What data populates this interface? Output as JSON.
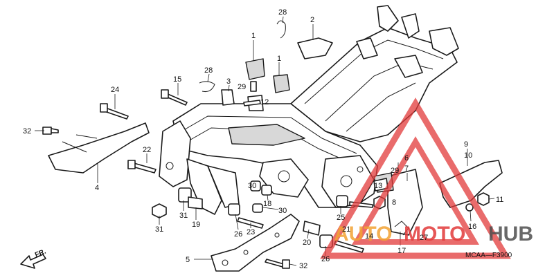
{
  "diagram": {
    "code": "MCAA—F3900",
    "direction": "FR.",
    "watermark": {
      "part1": "AUTO",
      "part2": "MOTO",
      "part3": "HUB",
      "color_red": "#e23a3a",
      "color_orange": "#f2a233",
      "color_grey": "#4d4d4d"
    },
    "callouts": [
      {
        "id": "c28a",
        "label": "28"
      },
      {
        "id": "c2",
        "label": "2"
      },
      {
        "id": "c1a",
        "label": "1"
      },
      {
        "id": "c1b",
        "label": "1"
      },
      {
        "id": "c28b",
        "label": "28"
      },
      {
        "id": "c15",
        "label": "15"
      },
      {
        "id": "c3",
        "label": "3"
      },
      {
        "id": "c29a",
        "label": "29"
      },
      {
        "id": "c12",
        "label": "12"
      },
      {
        "id": "c24",
        "label": "24"
      },
      {
        "id": "c32a",
        "label": "32"
      },
      {
        "id": "c22",
        "label": "22"
      },
      {
        "id": "c4",
        "label": "4"
      },
      {
        "id": "c30a",
        "label": "30"
      },
      {
        "id": "c18",
        "label": "18"
      },
      {
        "id": "c30b",
        "label": "30"
      },
      {
        "id": "c31a",
        "label": "31"
      },
      {
        "id": "c31b",
        "label": "31"
      },
      {
        "id": "c19",
        "label": "19"
      },
      {
        "id": "c26a",
        "label": "26"
      },
      {
        "id": "c23",
        "label": "23"
      },
      {
        "id": "c13",
        "label": "13"
      },
      {
        "id": "c29b",
        "label": "29"
      },
      {
        "id": "c6",
        "label": "6"
      },
      {
        "id": "c7",
        "label": "7"
      },
      {
        "id": "c8",
        "label": "8"
      },
      {
        "id": "c25",
        "label": "25"
      },
      {
        "id": "c21",
        "label": "21"
      },
      {
        "id": "c14",
        "label": "14"
      },
      {
        "id": "c20",
        "label": "20"
      },
      {
        "id": "c26b",
        "label": "26"
      },
      {
        "id": "c17",
        "label": "17"
      },
      {
        "id": "c27",
        "label": "27"
      },
      {
        "id": "c9",
        "label": "9"
      },
      {
        "id": "c10",
        "label": "10"
      },
      {
        "id": "c11",
        "label": "11"
      },
      {
        "id": "c16",
        "label": "16"
      },
      {
        "id": "c5",
        "label": "5"
      },
      {
        "id": "c32b",
        "label": "32"
      }
    ]
  }
}
